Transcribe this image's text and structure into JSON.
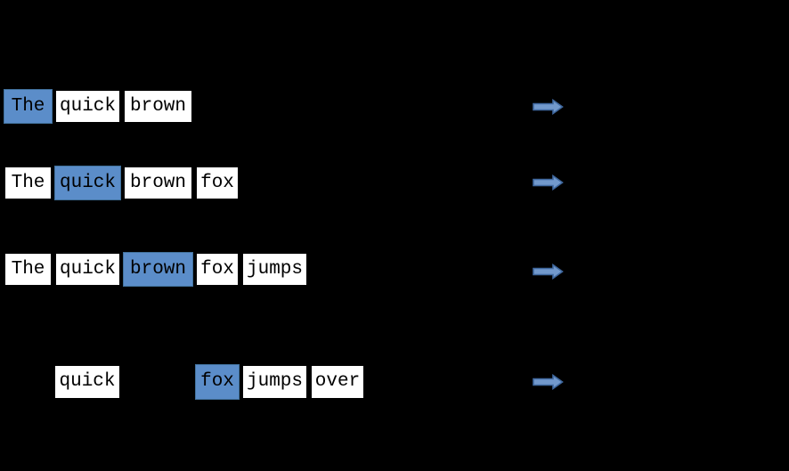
{
  "figure": {
    "type": "sliding-window-training-diagram",
    "background": "#000000"
  },
  "colors": {
    "box-fill": "#ffffff",
    "box-border": "#000000",
    "highlight-fill": "#5b8dc9",
    "highlight-border": "#41719c",
    "word-text": "#000000",
    "arrow-fill": "#7299cc",
    "arrow-stroke": "#3f689f",
    "figure-bg": "#000000"
  },
  "icons": {
    "arrow": "right-arrow"
  },
  "rows": [
    {
      "name": "window-position-1",
      "words": [
        {
          "text": "The",
          "highlighted": true
        },
        {
          "text": "quick",
          "highlighted": false
        },
        {
          "text": "brown",
          "highlighted": false
        }
      ]
    },
    {
      "name": "window-position-2",
      "words": [
        {
          "text": "The",
          "highlighted": false
        },
        {
          "text": "quick",
          "highlighted": true
        },
        {
          "text": "brown",
          "highlighted": false
        },
        {
          "text": "fox",
          "highlighted": false
        }
      ]
    },
    {
      "name": "window-position-3",
      "words": [
        {
          "text": "The",
          "highlighted": false
        },
        {
          "text": "quick",
          "highlighted": false
        },
        {
          "text": "brown",
          "highlighted": true
        },
        {
          "text": "fox",
          "highlighted": false
        },
        {
          "text": "jumps",
          "highlighted": false
        }
      ]
    },
    {
      "name": "window-position-4",
      "groups": [
        {
          "words": [
            {
              "text": "quick",
              "highlighted": false
            }
          ]
        },
        {
          "words": [
            {
              "text": "fox",
              "highlighted": true
            },
            {
              "text": "jumps",
              "highlighted": false
            },
            {
              "text": "over",
              "highlighted": false
            }
          ]
        }
      ]
    }
  ]
}
